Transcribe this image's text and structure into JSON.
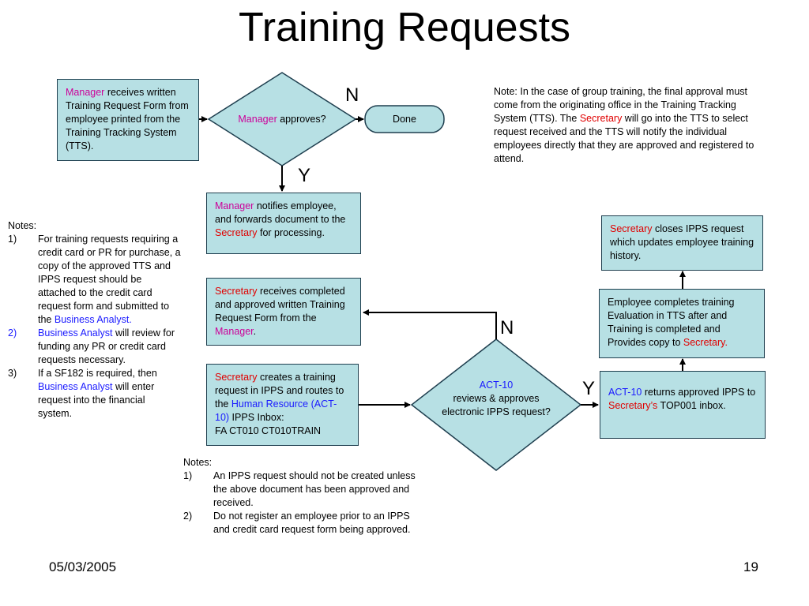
{
  "title": "Training Requests",
  "colors": {
    "box_fill": "#b7e0e4",
    "box_border": "#1f3f4f",
    "manager": "#cc0099",
    "secretary": "#e00000",
    "blue": "#1a1aff"
  },
  "box1": {
    "role": "Manager",
    "text": " receives written Training Request Form from employee printed from the Training Tracking System (TTS)."
  },
  "diamond1": {
    "role": "Manager",
    "text": " approves?"
  },
  "done": "Done",
  "label_n1": "N",
  "label_y1": "Y",
  "label_n2": "N",
  "label_y2": "Y",
  "note_right": {
    "part1": "Note:  In the case of group training, the final approval must come from the originating office in the Training Tracking System (TTS).  The ",
    "role": "Secretary",
    "part2": " will go into the TTS to select request received and the TTS will notify the individual employees directly that they are approved and registered to attend."
  },
  "box2": {
    "role": "Manager",
    "part1": " notifies employee, and forwards document to the ",
    "role2": "Secretary",
    "part2": " for processing."
  },
  "box3": {
    "role": "Secretary",
    "part1": " receives completed and approved written Training Request Form from the ",
    "role2": "Manager",
    "part2": "."
  },
  "box4": {
    "role": "Secretary",
    "part1": " creates a training request in IPPS and routes to the ",
    "hr": "Human Resource (ACT-10)",
    "part2": " IPPS Inbox:",
    "line2": "FA CT010  CT010TRAIN"
  },
  "diamond2": {
    "act": "ACT-10",
    "text": "reviews & approves electronic IPPS request?"
  },
  "box5": {
    "act": "ACT-10",
    "part1": " returns approved IPPS to ",
    "role": "Secretary’s",
    "part2": " TOP001 inbox."
  },
  "box6": {
    "part1": "Employee completes training Evaluation in TTS after and Training is completed and Provides copy to ",
    "role": "Secretary."
  },
  "box7": {
    "role": "Secretary",
    "part1": " closes IPPS request which updates employee training history."
  },
  "notes_left": {
    "heading": "Notes:",
    "item1": {
      "num": "1)",
      "text": "For training requests requiring a credit card or PR for purchase, a copy of the approved TTS and IPPS request should be attached to the credit card request form and submitted to the ",
      "ba": "Business Analyst."
    },
    "item2": {
      "num": "2)",
      "ba": "Business Analyst",
      "text": " will review for funding any PR or credit card requests necessary."
    },
    "item3": {
      "num": "3)",
      "text1": "If a SF182 is required, then ",
      "ba": "Business Analyst",
      "text2": " will enter request into the financial system."
    }
  },
  "notes_bottom": {
    "heading": "Notes:",
    "item1": {
      "num": "1)",
      "text": "An IPPS request should not be created unless the above document has been approved and received."
    },
    "item2": {
      "num": "2)",
      "text": "Do not register an employee prior to an IPPS and credit card request form being approved."
    }
  },
  "footer": {
    "date": "05/03/2005",
    "page": "19"
  }
}
